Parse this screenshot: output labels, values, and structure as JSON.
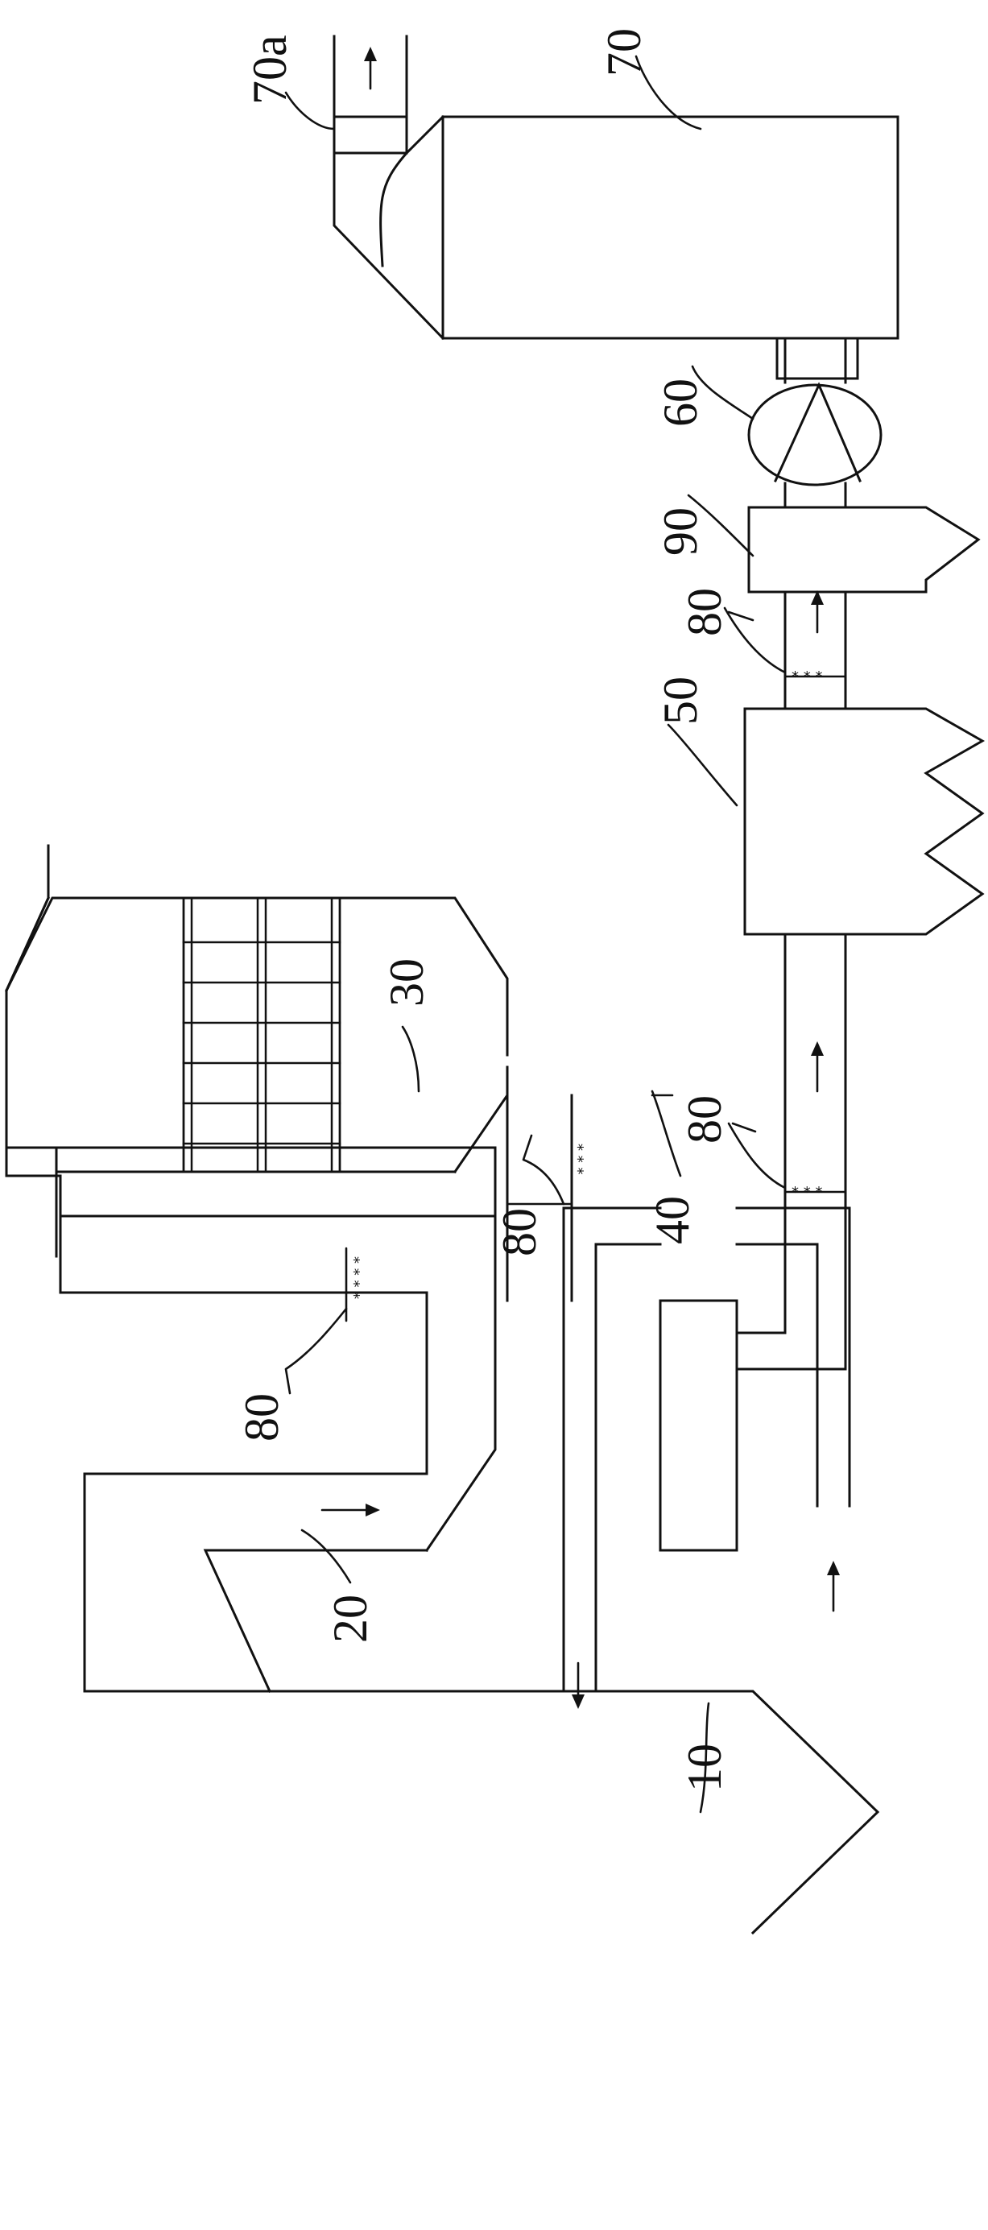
{
  "labels": {
    "boiler": "10",
    "economizer": "20",
    "scr_reactor": "30",
    "air_preheater": "40",
    "dust_collector": "50",
    "fan": "60",
    "desulfurization_tower": "70",
    "tower_outlet": "70a",
    "injection_1": "80",
    "injection_2": "80",
    "injection_3": "80",
    "injection_4": "80",
    "separator": "90"
  },
  "colors": {
    "line": "#111111",
    "background": "#ffffff"
  }
}
